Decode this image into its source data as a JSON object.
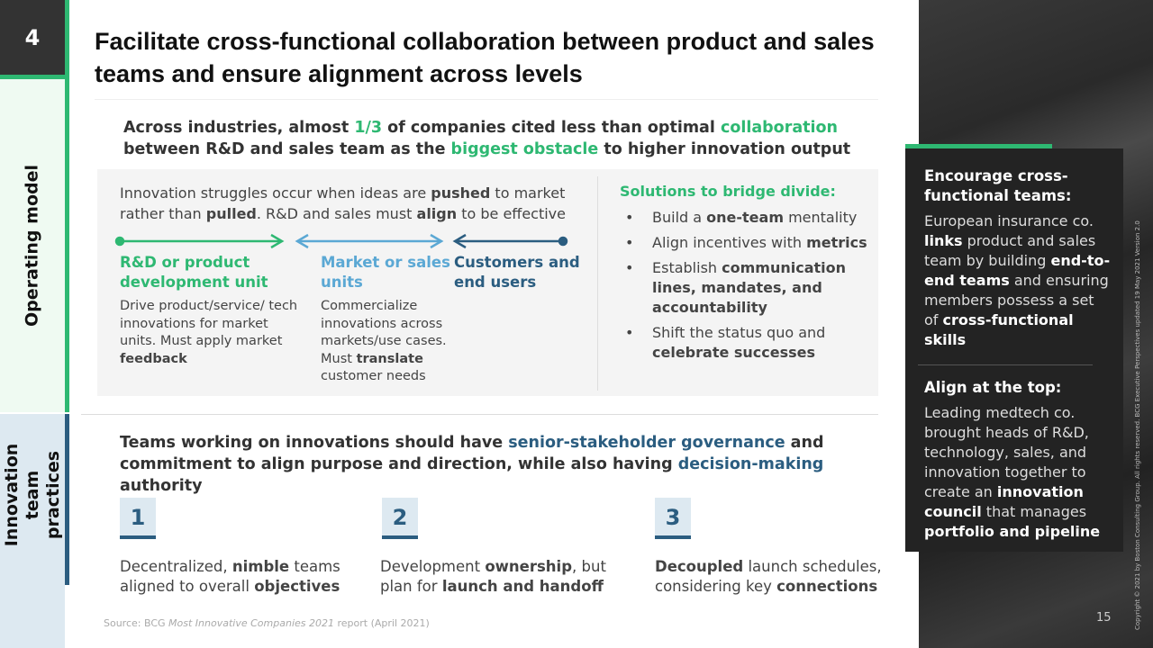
{
  "section_number": "4",
  "nav": {
    "operating_model": "Operating model",
    "innovation_team": "Innovation team practices"
  },
  "title": "Facilitate cross-functional collaboration between product and sales teams and ensure alignment across levels",
  "subtitle": [
    {
      "t": "Across industries, almost "
    },
    {
      "t": "1/3",
      "c": "g"
    },
    {
      "t": " of companies cited less than optimal "
    },
    {
      "t": "collaboration",
      "c": "g"
    },
    {
      "t": " between R&D and sales team as the "
    },
    {
      "t": "biggest obstacle",
      "c": "g"
    },
    {
      "t": " to higher innovation output"
    }
  ],
  "intro": [
    {
      "t": "Innovation struggles occur when ideas are "
    },
    {
      "t": "pushed",
      "b": 1
    },
    {
      "t": " to market rather than "
    },
    {
      "t": "pulled",
      "b": 1
    },
    {
      "t": ". R&D and sales must "
    },
    {
      "t": "align",
      "b": 1
    },
    {
      "t": " to be effective"
    }
  ],
  "colors": {
    "green": "#2eb872",
    "light_blue": "#5ba8d4",
    "dark_blue": "#2b5d80"
  },
  "columns": [
    {
      "heading": "R&D or product development unit",
      "text": [
        {
          "t": "Drive product/service/ tech innovations for market units. Must apply market "
        },
        {
          "t": "feedback",
          "b": 1
        }
      ]
    },
    {
      "heading": "Market or sales units",
      "text": [
        {
          "t": "Commercialize innovations across markets/use cases. Must "
        },
        {
          "t": "translate",
          "b": 1
        },
        {
          "t": " customer needs"
        }
      ]
    },
    {
      "heading": "Customers and end users",
      "text": []
    }
  ],
  "solutions": {
    "heading": "Solutions to bridge divide:",
    "items": [
      [
        {
          "t": "Build a "
        },
        {
          "t": "one-team",
          "b": 1
        },
        {
          "t": " mentality"
        }
      ],
      [
        {
          "t": "Align incentives with "
        },
        {
          "t": "metrics",
          "b": 1
        }
      ],
      [
        {
          "t": "Establish "
        },
        {
          "t": "communication lines, mandates, and accountability",
          "b": 1
        }
      ],
      [
        {
          "t": "Shift the status quo and "
        },
        {
          "t": "celebrate successes",
          "b": 1
        }
      ]
    ]
  },
  "subtitle2": [
    {
      "t": "Teams working on innovations should have "
    },
    {
      "t": "senior-stakeholder governance",
      "c": "bl"
    },
    {
      "t": " and commitment to align purpose and direction, while also having "
    },
    {
      "t": "decision-making",
      "c": "bl"
    },
    {
      "t": " authority"
    }
  ],
  "steps": [
    {
      "n": "1",
      "text": [
        {
          "t": "Decentralized, "
        },
        {
          "t": "nimble",
          "b": 1
        },
        {
          "t": " teams\naligned to overall "
        },
        {
          "t": "objectives",
          "b": 1
        }
      ]
    },
    {
      "n": "2",
      "text": [
        {
          "t": "Development "
        },
        {
          "t": "ownership",
          "b": 1
        },
        {
          "t": ", but\nplan for "
        },
        {
          "t": "launch and handoff",
          "b": 1
        }
      ]
    },
    {
      "n": "3",
      "text": [
        {
          "t": "Decoupled",
          "b": 1
        },
        {
          "t": " launch schedules,\nconsidering key "
        },
        {
          "t": "connections",
          "b": 1
        }
      ]
    }
  ],
  "source": [
    {
      "t": "Source: BCG "
    },
    {
      "t": "Most Innovative Companies 2021",
      "i": 1
    },
    {
      "t": " report (April 2021)"
    }
  ],
  "card": {
    "h1": "Encourage cross-functional teams:",
    "p1": [
      {
        "t": "European insurance co. "
      },
      {
        "t": "links",
        "b": 1
      },
      {
        "t": " product and sales team by building "
      },
      {
        "t": "end-to-end teams",
        "b": 1
      },
      {
        "t": " and ensuring members possess a set of "
      },
      {
        "t": "cross-functional skills",
        "b": 1
      }
    ],
    "h2": "Align at the top:",
    "p2": [
      {
        "t": "Leading medtech co. brought heads of R&D, technology, sales, and innovation together to create an "
      },
      {
        "t": "innovation council",
        "b": 1
      },
      {
        "t": " that manages "
      },
      {
        "t": "portfolio and pipeline",
        "b": 1
      }
    ]
  },
  "copyright": "Copyright © 2021 by Boston Consulting Group. All rights reserved. BCG Executive Perspectives updated 19 May  2021 Version 2.0",
  "page_number": "15"
}
